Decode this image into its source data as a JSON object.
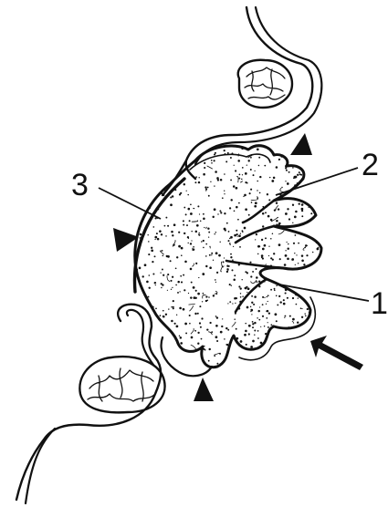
{
  "labels": {
    "l1": "1",
    "l2": "2",
    "l3": "3"
  },
  "colors": {
    "ink": "#111111",
    "paper": "#ffffff"
  }
}
